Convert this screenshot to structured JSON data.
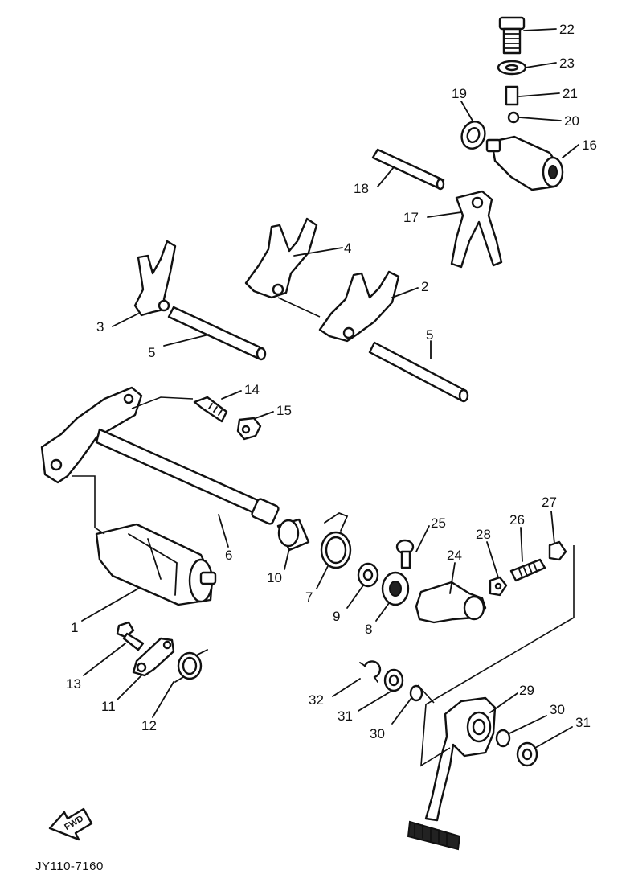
{
  "diagram": {
    "drawing_code": "JY110-7160",
    "direction_label": "FWD",
    "callouts": [
      "22",
      "23",
      "21",
      "20",
      "19",
      "16",
      "18",
      "17",
      "4",
      "2",
      "3",
      "5",
      "5",
      "14",
      "15",
      "6",
      "25",
      "27",
      "26",
      "28",
      "24",
      "10",
      "7",
      "9",
      "8",
      "1",
      "13",
      "11",
      "12",
      "32",
      "31",
      "30",
      "29",
      "30",
      "31"
    ]
  }
}
